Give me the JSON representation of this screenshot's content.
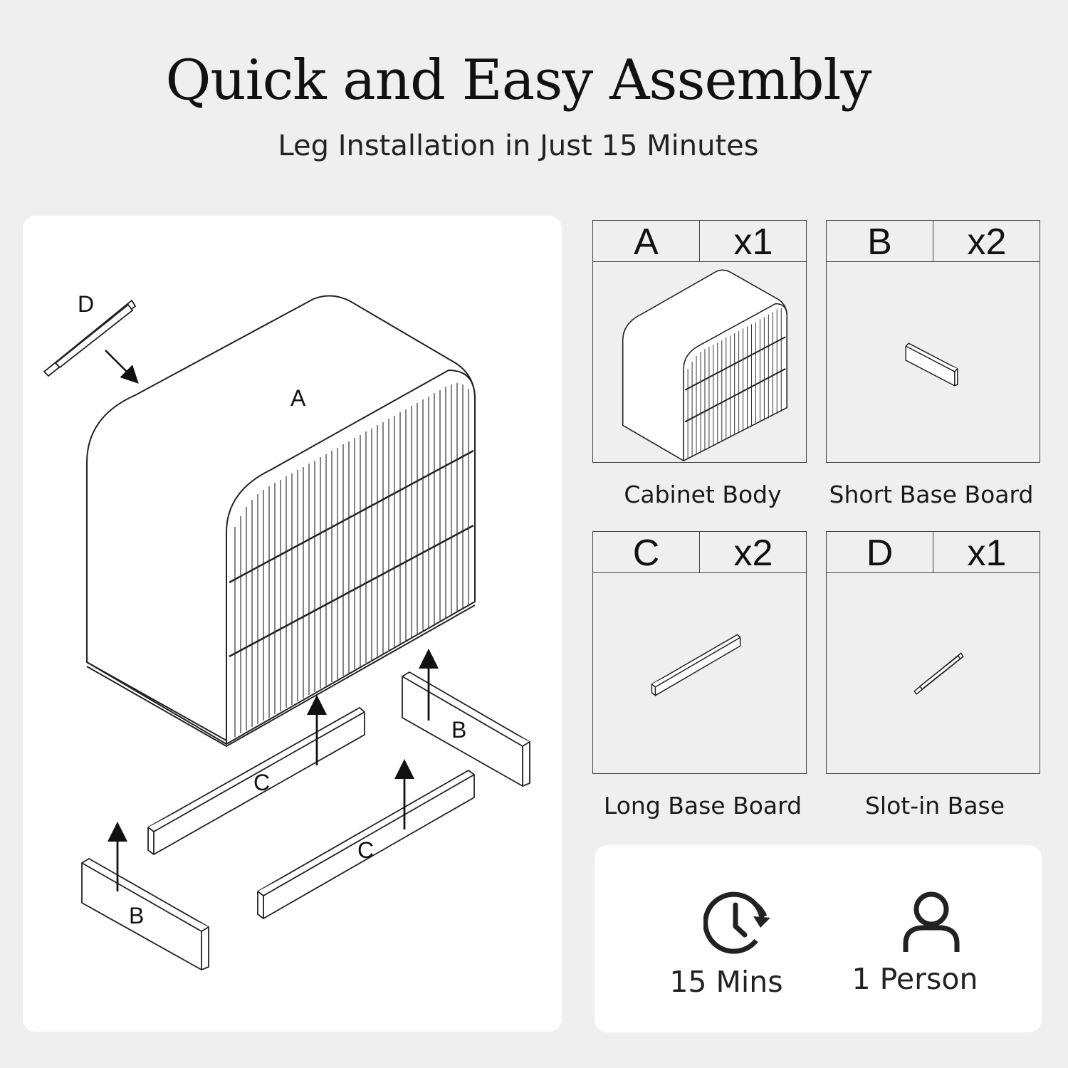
{
  "header": {
    "title": "Quick and Easy Assembly",
    "subtitle": "Leg Installation in Just 15 Minutes"
  },
  "diagram": {
    "labels": {
      "cabinet": "A",
      "slot_in": "D",
      "long_left": "C",
      "long_right": "C",
      "short_left": "B",
      "short_right": "B"
    }
  },
  "parts": [
    {
      "letter": "A",
      "qty": "x1",
      "name": "Cabinet Body"
    },
    {
      "letter": "B",
      "qty": "x2",
      "name": "Short Base Board"
    },
    {
      "letter": "C",
      "qty": "x2",
      "name": "Long Base Board"
    },
    {
      "letter": "D",
      "qty": "x1",
      "name": "Slot-in Base"
    }
  ],
  "info": {
    "time": {
      "icon": "clock-refresh-icon",
      "label": "15 Mins"
    },
    "people": {
      "icon": "person-icon",
      "label": "1 Person"
    }
  }
}
